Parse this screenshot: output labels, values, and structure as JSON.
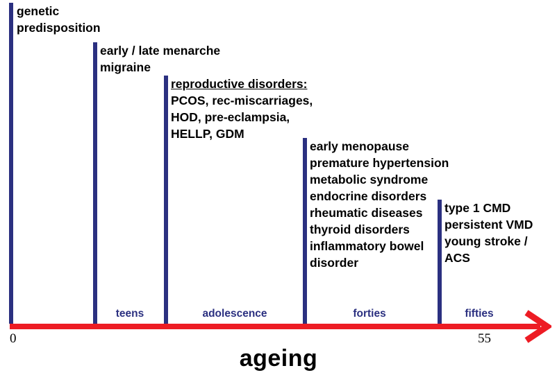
{
  "diagram": {
    "caption": "ageing",
    "colors": {
      "bar": "#2b3080",
      "axis": "#ed1c24",
      "era_label": "#2b3080",
      "body_text": "#000000",
      "background": "#ffffff"
    },
    "axis": {
      "start_label": "0",
      "end_label": "55",
      "arrow_direction": "right"
    },
    "eras": [
      {
        "label": "teens"
      },
      {
        "label": "adolescence"
      },
      {
        "label": "forties"
      },
      {
        "label": "fifties"
      }
    ],
    "milestones": [
      {
        "id": "genetic",
        "lines": [
          {
            "text": "genetic",
            "underline": false
          },
          {
            "text": "predisposition",
            "underline": false
          }
        ]
      },
      {
        "id": "teens",
        "lines": [
          {
            "text": "early / late menarche",
            "underline": false
          },
          {
            "text": "migraine",
            "underline": false
          }
        ]
      },
      {
        "id": "adolescence",
        "lines": [
          {
            "text": "reproductive disorders:",
            "underline": true
          },
          {
            "text": "PCOS, rec-miscarriages,",
            "underline": false
          },
          {
            "text": "HOD, pre-eclampsia,",
            "underline": false
          },
          {
            "text": "HELLP, GDM",
            "underline": false
          }
        ]
      },
      {
        "id": "forties",
        "lines": [
          {
            "text": "early menopause",
            "underline": false
          },
          {
            "text": "premature hypertension",
            "underline": false
          },
          {
            "text": "metabolic syndrome",
            "underline": false
          },
          {
            "text": "endocrine disorders",
            "underline": false
          },
          {
            "text": "rheumatic diseases",
            "underline": false
          },
          {
            "text": "thyroid disorders",
            "underline": false
          },
          {
            "text": "inflammatory bowel",
            "underline": false
          },
          {
            "text": "disorder",
            "underline": false
          }
        ]
      },
      {
        "id": "fifties",
        "lines": [
          {
            "text": "type 1 CMD",
            "underline": false
          },
          {
            "text": "persistent VMD",
            "underline": false
          },
          {
            "text": "young stroke /",
            "underline": false
          },
          {
            "text": "ACS",
            "underline": false
          }
        ]
      }
    ]
  }
}
